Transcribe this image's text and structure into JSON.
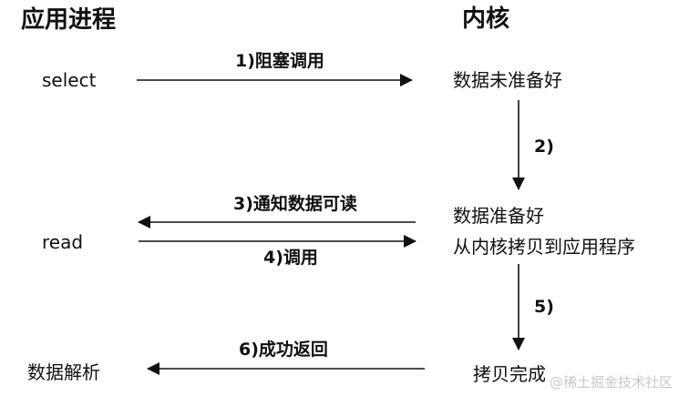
{
  "headers": {
    "app_process": "应用进程",
    "kernel": "内核"
  },
  "app": {
    "select": "select",
    "read": "read",
    "parse": "数据解析"
  },
  "kernel": {
    "not_ready": "数据未准备好",
    "ready": "数据准备好",
    "copy": "从内核拷贝到应用程序",
    "copy_done": "拷贝完成"
  },
  "steps": {
    "s1": "1)阻塞调用",
    "s2": "2)",
    "s3": "3)通知数据可读",
    "s4": "4)调用",
    "s5": "5)",
    "s6": "6)成功返回"
  },
  "watermark": "@稀土掘金技术社区"
}
